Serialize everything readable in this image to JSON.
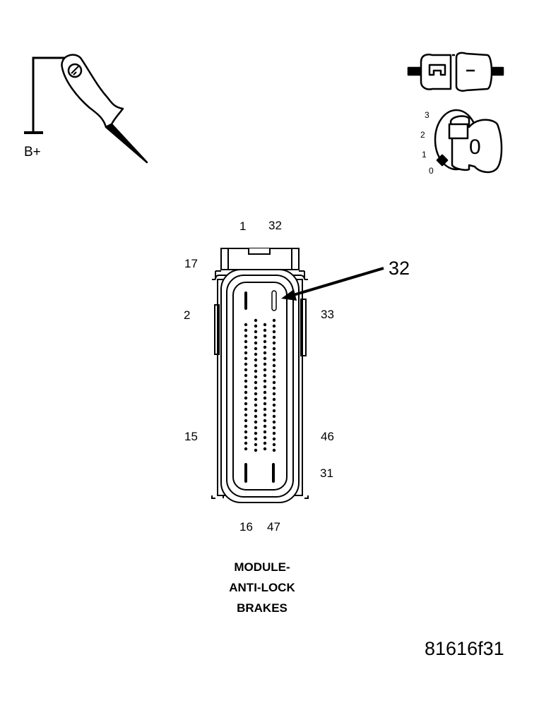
{
  "probe": {
    "label": "B+",
    "probe_icon": "probe-icon",
    "ground_icon": "ground-symbol-icon"
  },
  "ignition": {
    "connector_icon": "disconnected-connector-icon",
    "switch_icon": "ignition-key-icon",
    "positions": [
      "3",
      "2",
      "1",
      "0"
    ],
    "key_position": "0"
  },
  "connector": {
    "top_labels": [
      "1",
      "32"
    ],
    "left_labels": [
      "17",
      "2",
      "15"
    ],
    "right_labels": [
      "33",
      "46",
      "31"
    ],
    "bottom_labels": [
      "16",
      "47"
    ],
    "callout": "32"
  },
  "caption": {
    "line1": "MODULE-",
    "line2": "ANTI-LOCK",
    "line3": "BRAKES"
  },
  "figure_id": "81616f31"
}
